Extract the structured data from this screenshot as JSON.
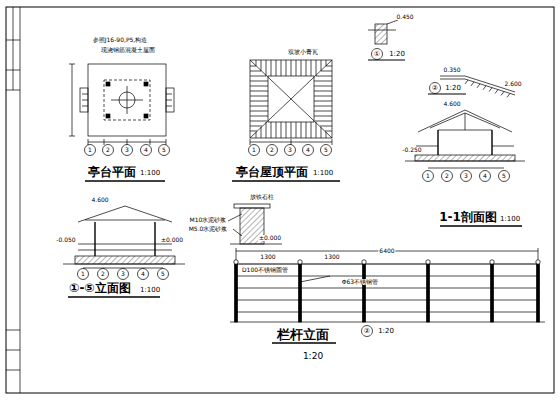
{
  "diagram": {
    "labels": [
      "亭台平面",
      "1:100",
      "亭台屋顶平面",
      "1:100",
      "1-1剖面图",
      "1:100",
      "①-⑤立面图",
      "1:100",
      "栏杆立面",
      "1:20",
      "参照J16-90,P5,构造",
      "现浇钢筋混凝土屋面",
      "①",
      "1:20",
      "②",
      "1:20",
      "②",
      "1:20",
      "0.450",
      "0.350",
      "2.600",
      "4.600",
      "-0.250",
      "4.600",
      "-0.050",
      "±0.000",
      "放铁石柱",
      "M10水泥砂浆",
      "M5.0水泥砂浆",
      "±0.000",
      "6400",
      "1300",
      "1300",
      "D100不锈钢圆管",
      "Φ63不锈钢管",
      "双坡小青瓦",
      "1",
      "2",
      "3",
      "4",
      "5",
      "1",
      "2",
      "3",
      "4",
      "5",
      "1",
      "2",
      "3",
      "4",
      "5",
      "1",
      "2",
      "3",
      "4",
      "5"
    ]
  }
}
